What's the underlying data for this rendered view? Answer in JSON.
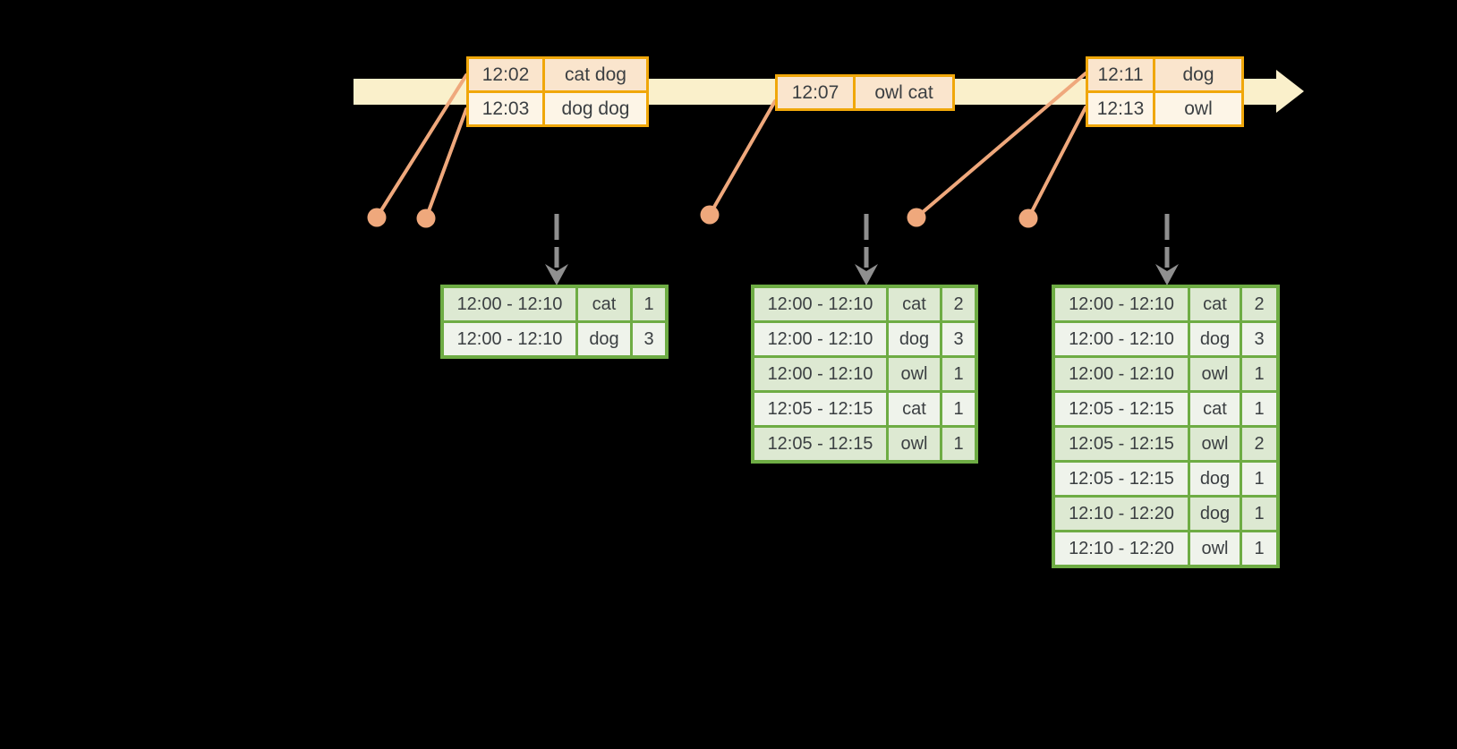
{
  "colors": {
    "background": "#000000",
    "timeline_fill": "#faf0cb",
    "event_border": "#f0a70a",
    "event_row_peach": "#fae5cd",
    "event_row_cream": "#fdf5e7",
    "connector": "#efa87c",
    "result_border": "#6eac44",
    "result_row_green": "#dde9d2",
    "result_row_light": "#eff3eb",
    "trigger_gray": "#8f8f8f",
    "text": "#3b3f42"
  },
  "timeline": {
    "direction": "right"
  },
  "event_tables": [
    {
      "id": "events-1202",
      "rows": [
        {
          "time": "12:02",
          "words": "cat dog",
          "tone": "peach"
        },
        {
          "time": "12:03",
          "words": "dog dog",
          "tone": "cream"
        }
      ]
    },
    {
      "id": "events-1207",
      "rows": [
        {
          "time": "12:07",
          "words": "owl cat",
          "tone": "peach"
        }
      ]
    },
    {
      "id": "events-1211",
      "rows": [
        {
          "time": "12:11",
          "words": "dog",
          "tone": "peach"
        },
        {
          "time": "12:13",
          "words": "owl",
          "tone": "cream"
        }
      ]
    }
  ],
  "result_tables": [
    {
      "id": "result-counts-1",
      "rows": [
        {
          "window": "12:00 - 12:10",
          "word": "cat",
          "count": "1"
        },
        {
          "window": "12:00 - 12:10",
          "word": "dog",
          "count": "3"
        }
      ]
    },
    {
      "id": "result-counts-2",
      "rows": [
        {
          "window": "12:00 - 12:10",
          "word": "cat",
          "count": "2"
        },
        {
          "window": "12:00 - 12:10",
          "word": "dog",
          "count": "3"
        },
        {
          "window": "12:00 - 12:10",
          "word": "owl",
          "count": "1"
        },
        {
          "window": "12:05 - 12:15",
          "word": "cat",
          "count": "1"
        },
        {
          "window": "12:05 - 12:15",
          "word": "owl",
          "count": "1"
        }
      ]
    },
    {
      "id": "result-counts-3",
      "rows": [
        {
          "window": "12:00 - 12:10",
          "word": "cat",
          "count": "2"
        },
        {
          "window": "12:00 - 12:10",
          "word": "dog",
          "count": "3"
        },
        {
          "window": "12:00 - 12:10",
          "word": "owl",
          "count": "1"
        },
        {
          "window": "12:05 - 12:15",
          "word": "cat",
          "count": "1"
        },
        {
          "window": "12:05 - 12:15",
          "word": "owl",
          "count": "2"
        },
        {
          "window": "12:05 - 12:15",
          "word": "dog",
          "count": "1"
        },
        {
          "window": "12:10 - 12:20",
          "word": "dog",
          "count": "1"
        },
        {
          "window": "12:10 - 12:20",
          "word": "owl",
          "count": "1"
        }
      ]
    }
  ]
}
